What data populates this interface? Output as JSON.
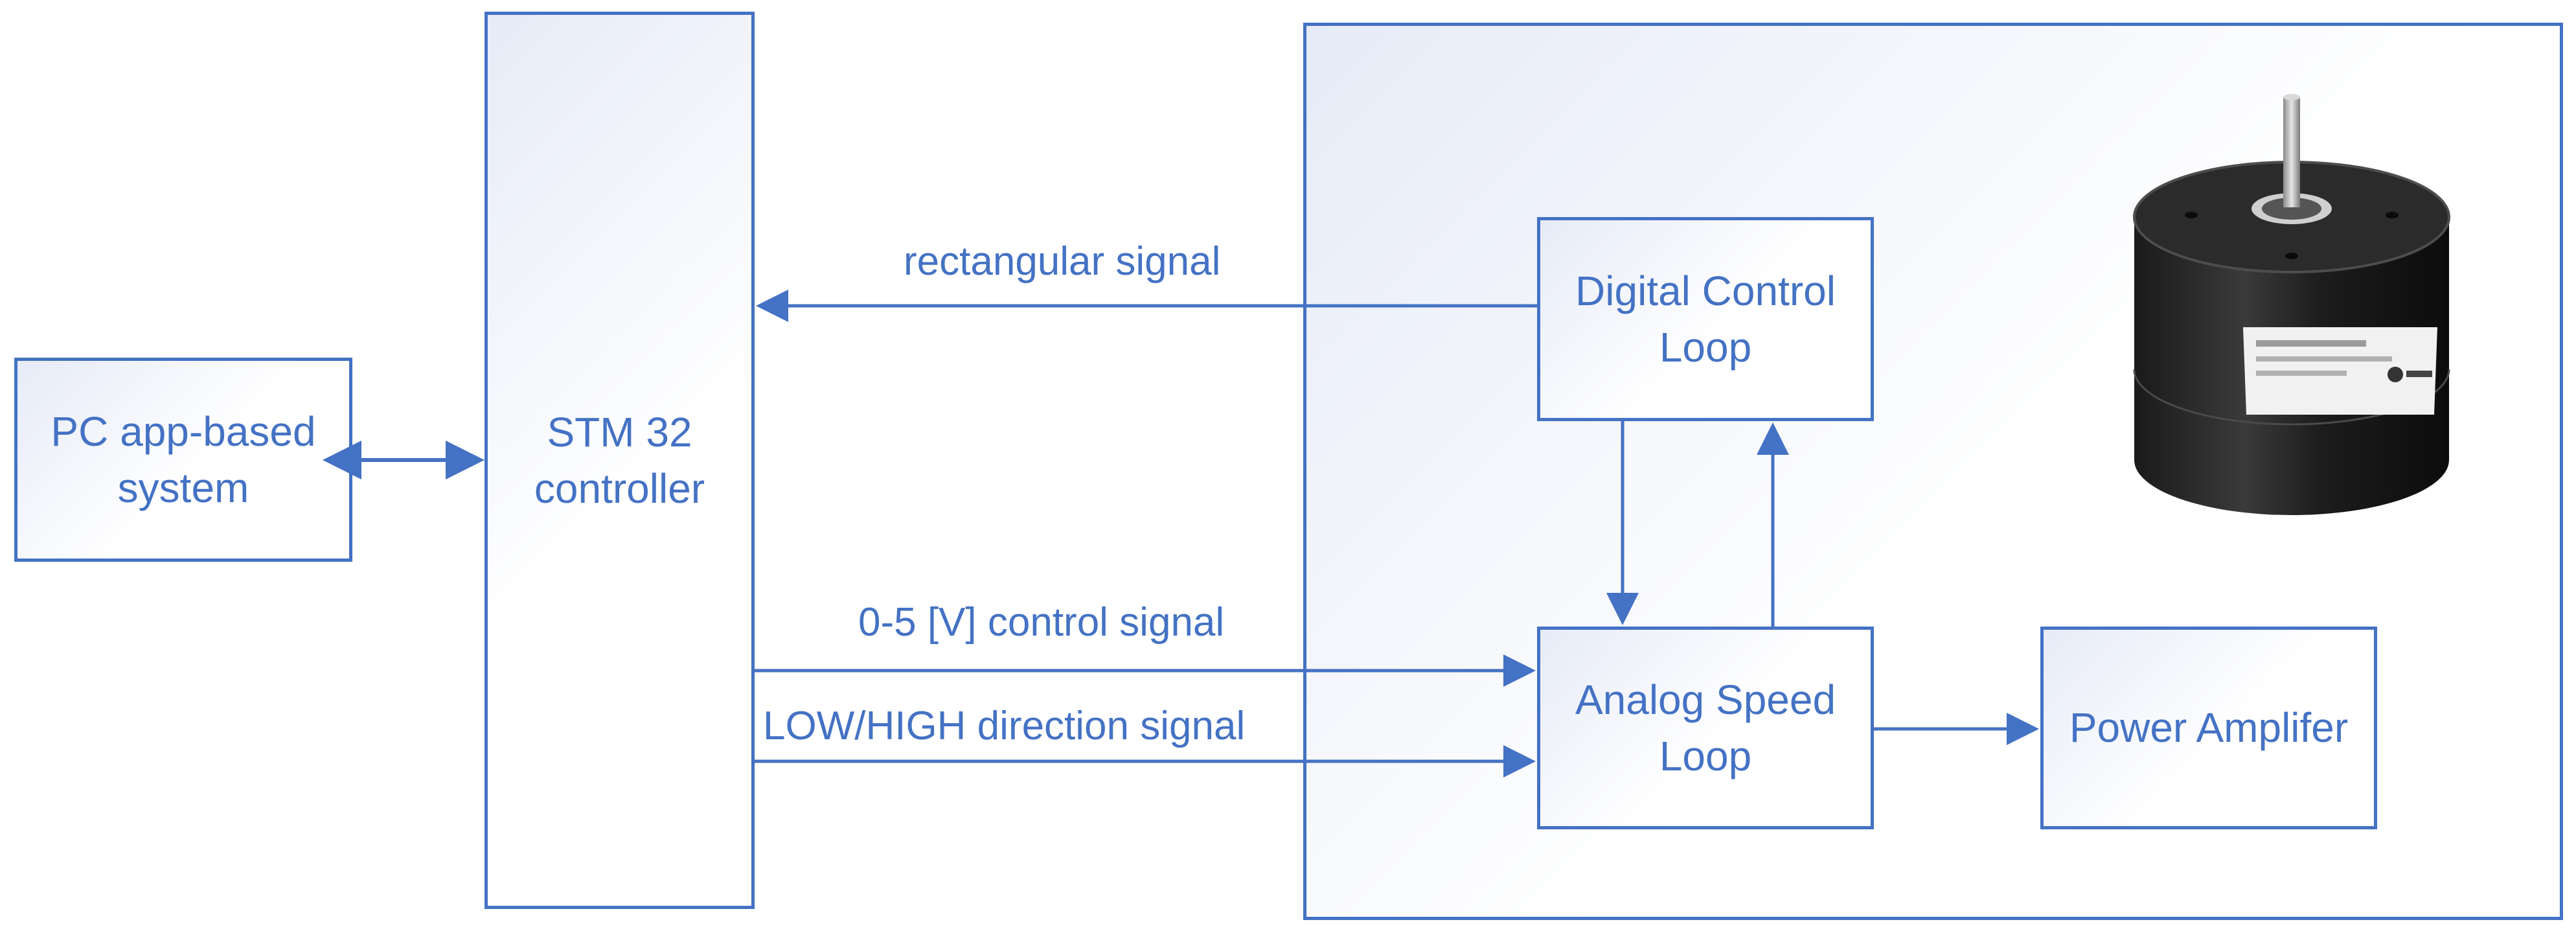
{
  "blocks": {
    "pc_system": "PC app-based\nsystem",
    "stm32": "STM 32\ncontroller",
    "digital_loop": "Digital Control\nLoop",
    "analog_loop": "Analog Speed\nLoop",
    "power_amp": "Power Amplifer"
  },
  "signals": {
    "rectangular": "rectangular signal",
    "control": "0-5 [V] control signal",
    "direction": "LOW/HIGH direction signal"
  },
  "photo_icon": "brushless-motor-icon",
  "colors": {
    "line": "#4472C4",
    "text": "#4472C4",
    "box_fill": "#e6ebf7"
  }
}
